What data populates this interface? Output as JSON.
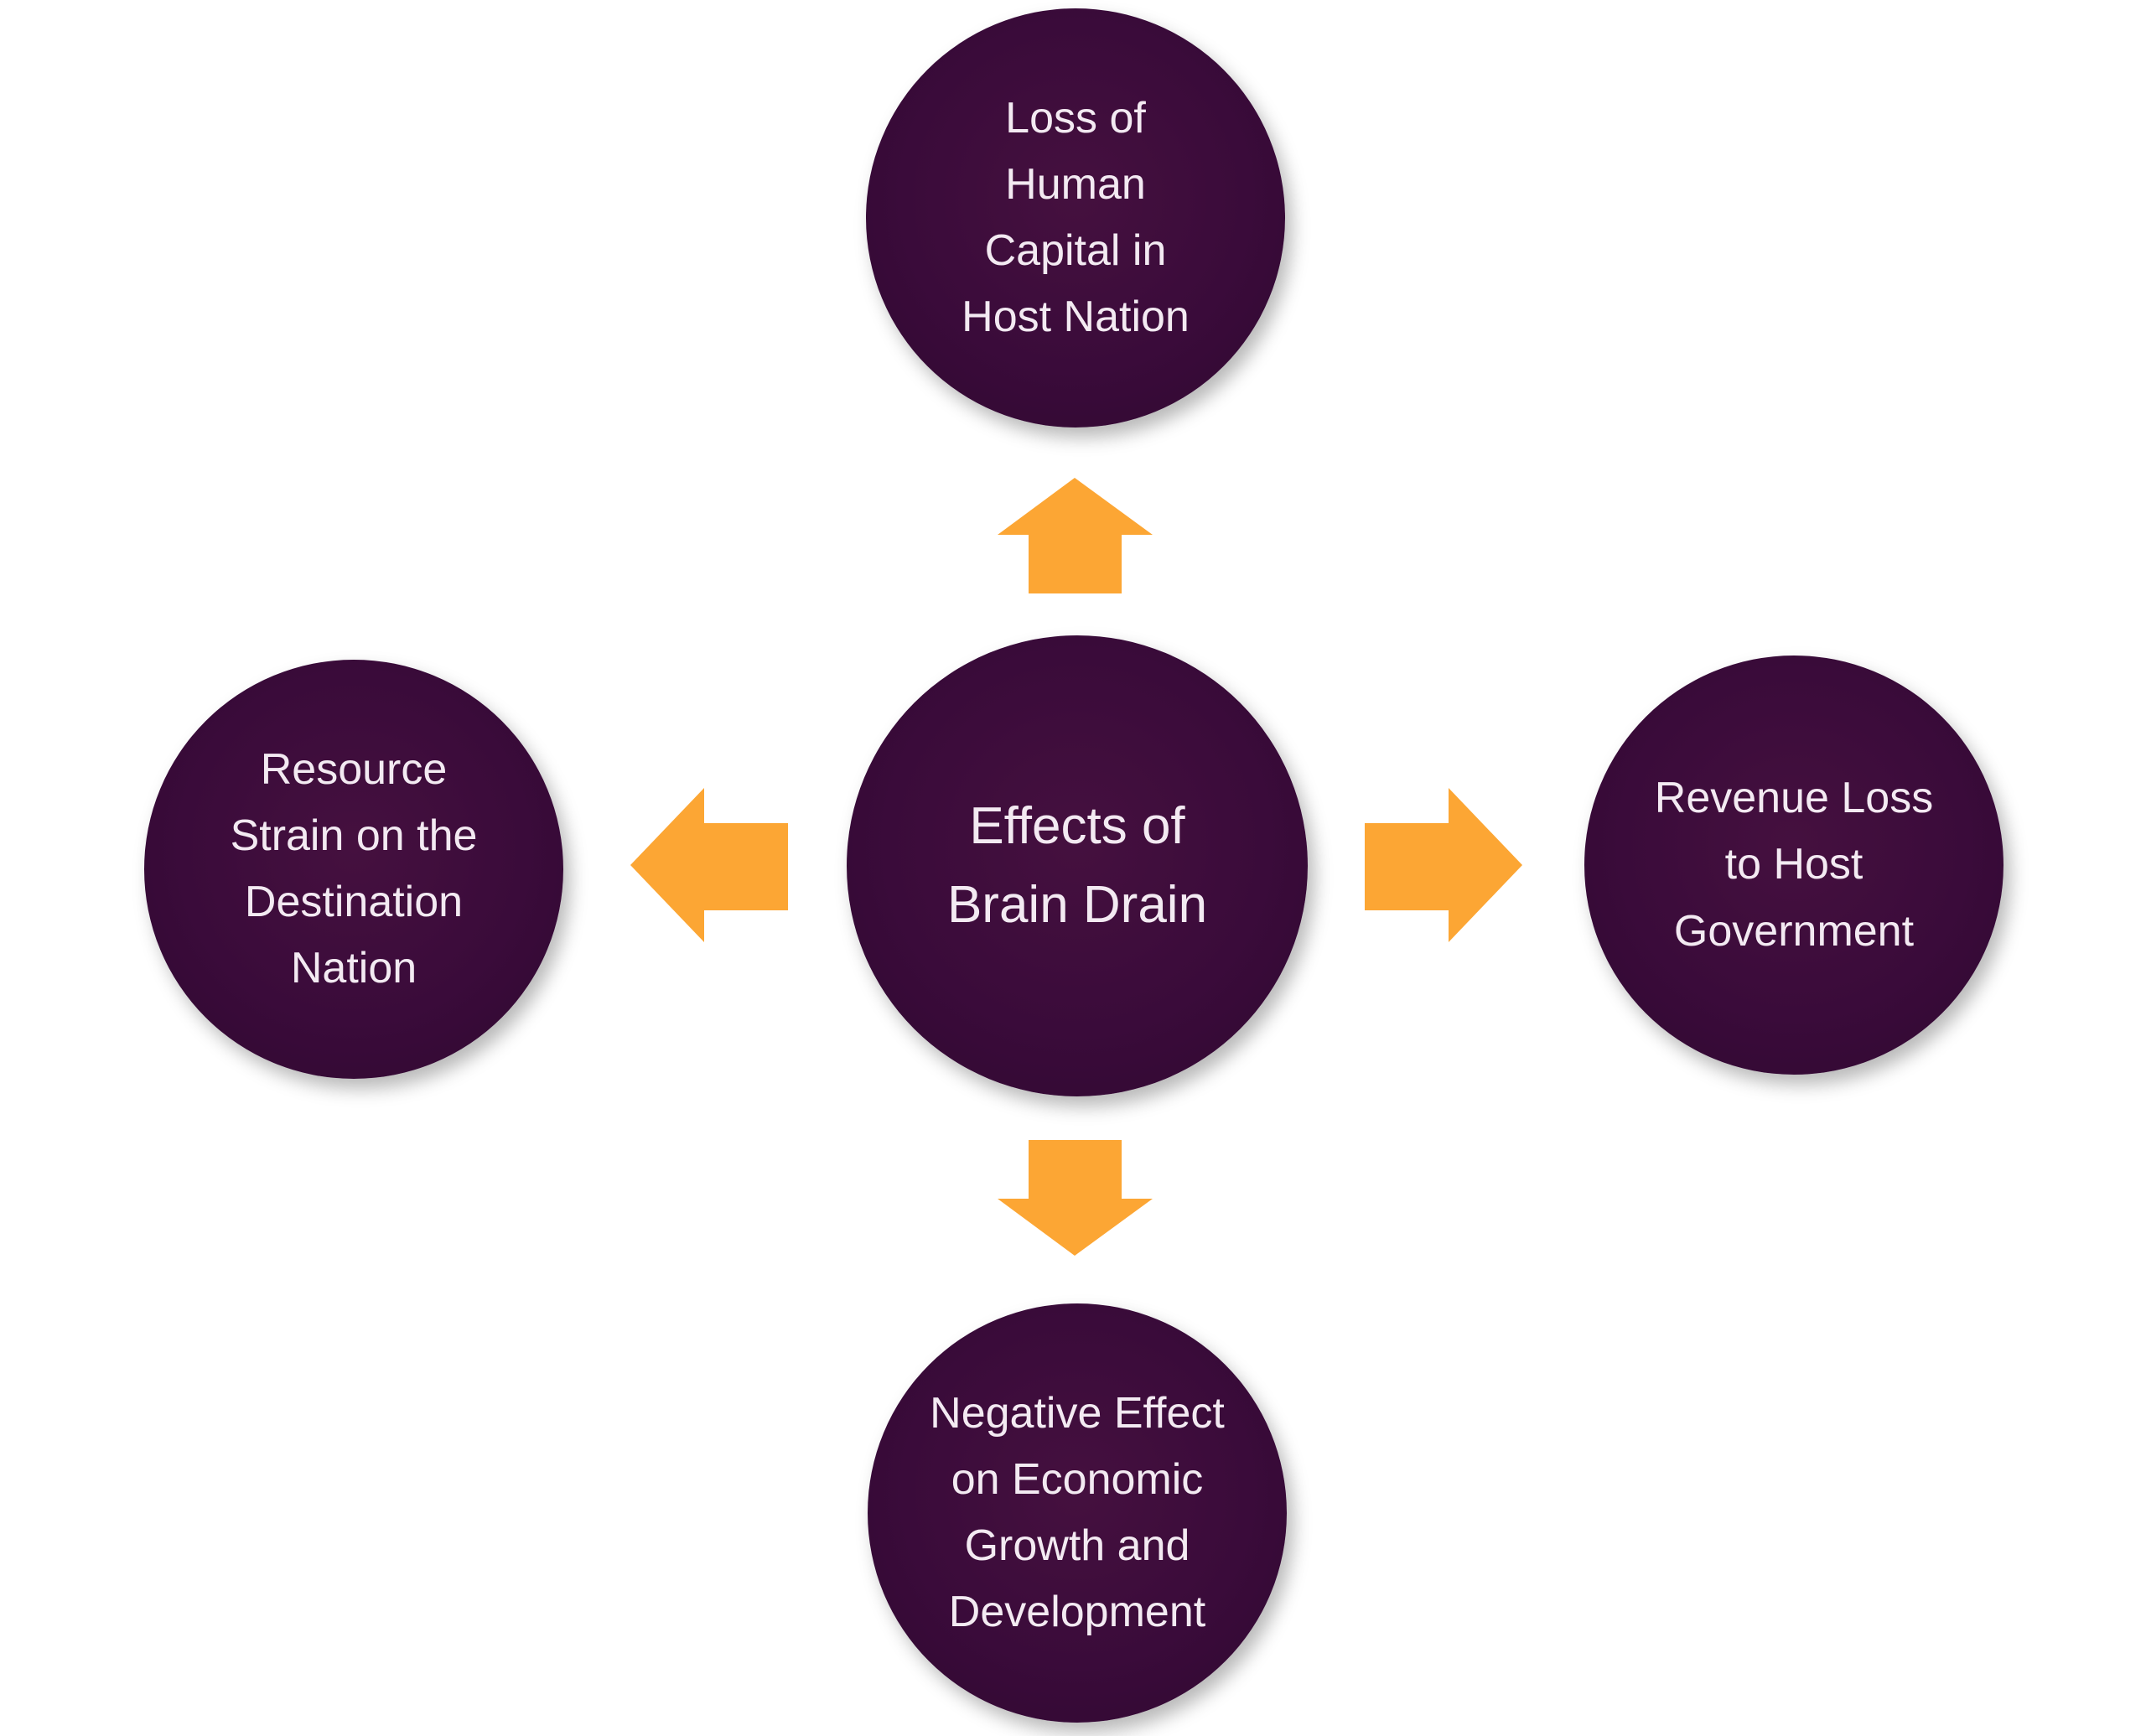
{
  "diagram": {
    "center": {
      "label": "Effects of\nBrain Drain"
    },
    "nodes": {
      "top": {
        "label": "Loss of\nHuman\nCapital in\nHost Nation"
      },
      "right": {
        "label": "Revenue Loss\nto Host\nGovernment"
      },
      "bottom": {
        "label": "Negative Effect\non Economic\nGrowth and\nDevelopment"
      },
      "left": {
        "label": "Resource\nStrain on the\nDestination\nNation"
      }
    },
    "colors": {
      "node_fill": "#3a0b3a",
      "node_text": "#f3eaf2",
      "arrow_fill": "#fca634",
      "background": "#ffffff"
    }
  }
}
